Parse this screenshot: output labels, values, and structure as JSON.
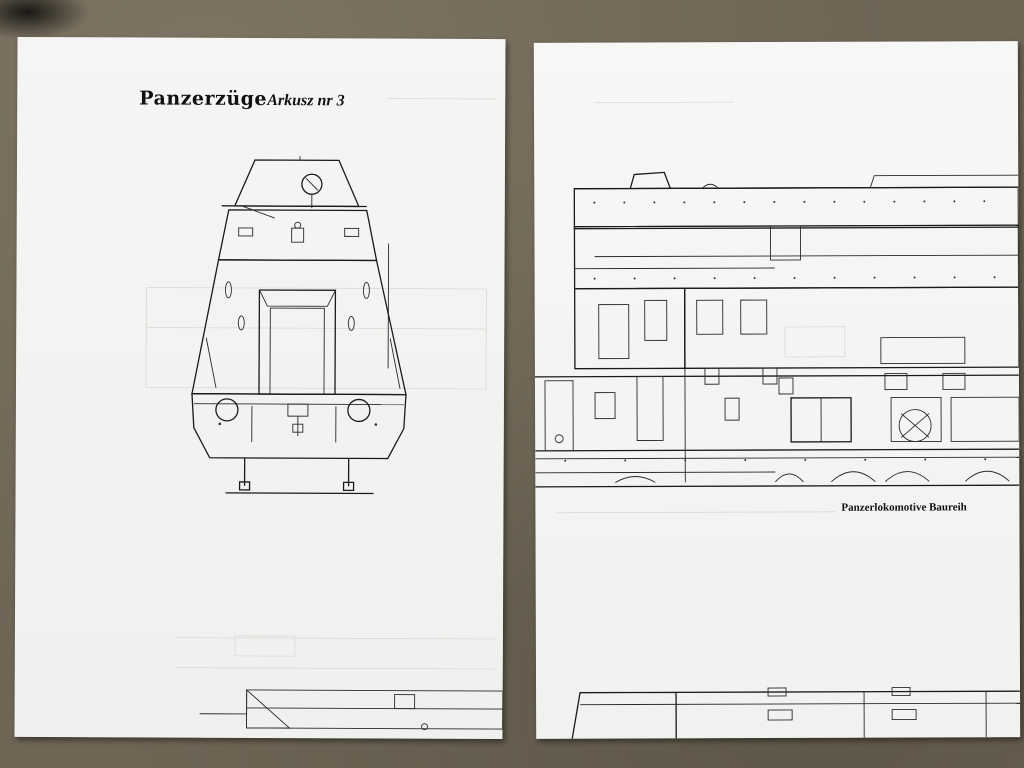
{
  "photo": {
    "left_sheet": {
      "title": "Panzerzüge",
      "subtitle": "Arkusz nr 3",
      "drawing": "armored-train-front-view"
    },
    "right_sheet": {
      "caption": "Panzerlokomotive Baureih",
      "drawing": "armored-locomotive-side-view"
    }
  }
}
